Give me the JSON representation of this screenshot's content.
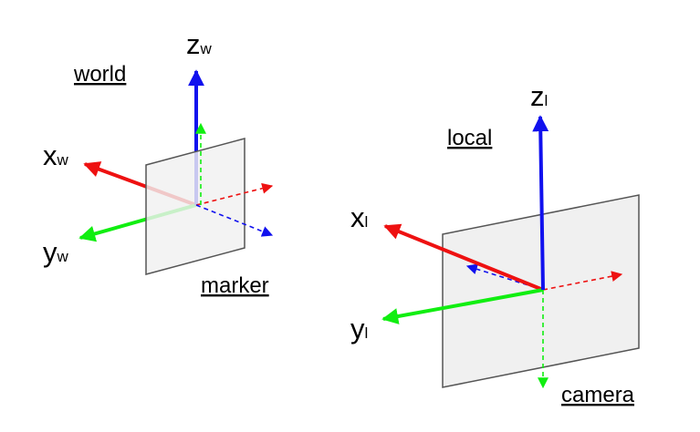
{
  "world": {
    "caption": "world",
    "plane_caption": "marker",
    "x_axis": {
      "main": "x",
      "sub": "w"
    },
    "y_axis": {
      "main": "y",
      "sub": "w"
    },
    "z_axis": {
      "main": "z",
      "sub": "w"
    }
  },
  "local": {
    "caption": "local",
    "plane_caption": "camera",
    "x_axis": {
      "main": "x",
      "sub": "l"
    },
    "y_axis": {
      "main": "y",
      "sub": "l"
    },
    "z_axis": {
      "main": "z",
      "sub": "l"
    }
  },
  "colors": {
    "x": "#ee1111",
    "y": "#11ee11",
    "z": "#1111ee",
    "plane_fill": "#f0f0f0",
    "plane_stroke": "#555555"
  }
}
